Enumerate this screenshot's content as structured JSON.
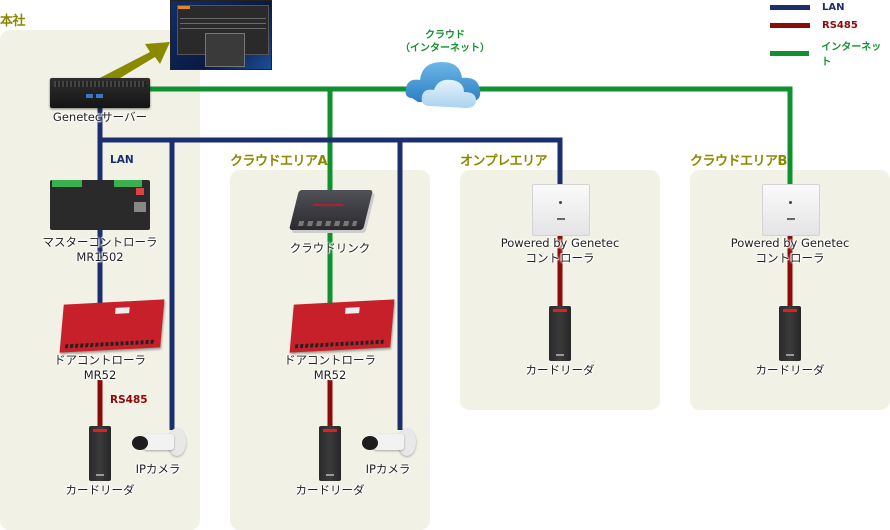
{
  "legend": {
    "items": [
      {
        "label": "LAN",
        "color": "#1b2f6e"
      },
      {
        "label": "RS485",
        "color": "#8b0a0a"
      },
      {
        "label": "インターネット",
        "color": "#11902f"
      }
    ]
  },
  "colors": {
    "lan": "#1b2f6e",
    "rs485": "#8b0a0a",
    "internet": "#11902f",
    "area_title": "#8a8a00",
    "area_bg": "#f1f1e6",
    "arrow": "#8a8a00"
  },
  "cloud": {
    "line1": "クラウド",
    "line2": "（インターネット）"
  },
  "areas": {
    "hq": {
      "title": "本社",
      "server_label": "Genetecサーバー",
      "lan_label": "LAN",
      "master_label_1": "マスターコントローラ",
      "master_label_2": "MR1502",
      "door_label_1": "ドアコントローラ",
      "door_label_2": "MR52",
      "rs485_label": "RS485",
      "reader_label": "カードリーダ",
      "camera_label": "IPカメラ"
    },
    "cloud_a": {
      "title": "クラウドエリアA",
      "link_label": "クラウドリンク",
      "door_label_1": "ドアコントローラ",
      "door_label_2": "MR52",
      "reader_label": "カードリーダ",
      "camera_label": "IPカメラ"
    },
    "onprem": {
      "title": "オンプレエリア",
      "controller_label_1": "Powered by Genetec",
      "controller_label_2": "コントローラ",
      "reader_label": "カードリーダ"
    },
    "cloud_b": {
      "title": "クラウドエリアB",
      "controller_label_1": "Powered by Genetec",
      "controller_label_2": "コントローラ",
      "reader_label": "カードリーダ"
    }
  }
}
